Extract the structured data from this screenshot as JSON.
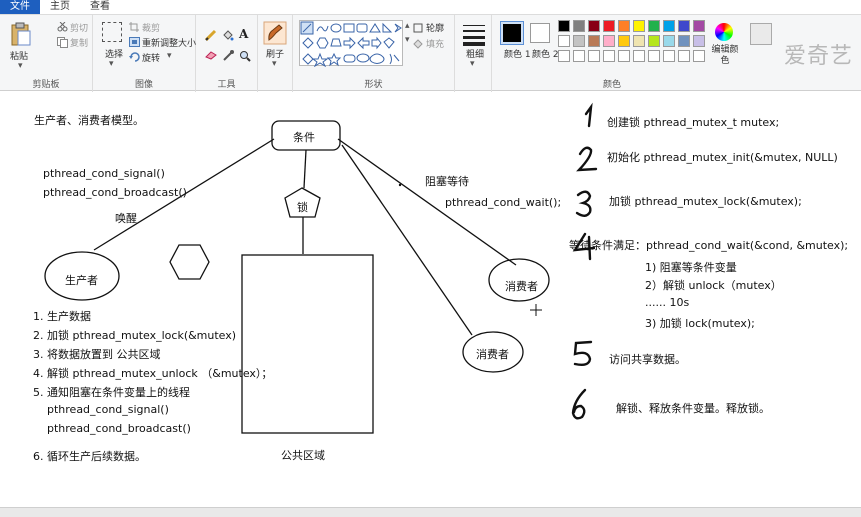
{
  "tabs": [
    "文件",
    "主页",
    "查看"
  ],
  "ribbon": {
    "clipboard": {
      "paste": "粘贴",
      "cut": "剪切",
      "copy": "复制",
      "label": "剪贴板"
    },
    "image": {
      "select": "选择",
      "crop": "裁剪",
      "resize": "重新调整大小",
      "rotate": "旋转",
      "label": "图像"
    },
    "tools": {
      "label": "工具"
    },
    "brushes": {
      "label": "刷子"
    },
    "shapes": {
      "outline": "轮廓",
      "fill": "填充",
      "label": "形状"
    },
    "size": {
      "label": "粗细"
    },
    "colors": {
      "color1": "颜色 1",
      "color2": "颜色 2",
      "edit": "编辑颜色",
      "label": "颜色",
      "palette_row1": [
        "#000000",
        "#7f7f7f",
        "#880015",
        "#ed1c24",
        "#ff7f27",
        "#fff200",
        "#22b14c",
        "#00a2e8",
        "#3f48cc",
        "#a349a4"
      ],
      "palette_row2": [
        "#ffffff",
        "#c3c3c3",
        "#b97a57",
        "#ffaec9",
        "#ffc90e",
        "#efe4b0",
        "#b5e61d",
        "#99d9ea",
        "#7092be",
        "#c8bfe7"
      ],
      "palette_row3": [
        "#ffffff",
        "#ffffff",
        "#ffffff",
        "#ffffff",
        "#ffffff",
        "#ffffff",
        "#ffffff",
        "#ffffff",
        "#ffffff",
        "#ffffff"
      ]
    },
    "watermark": "爱奇艺"
  },
  "drawing": {
    "title": "生产者、消费者模型。",
    "condition": "条件",
    "lock": "锁",
    "producer": "生产者",
    "consumer1": "消费者",
    "consumer2": "消费者",
    "public_area": "公共区域",
    "signal": "pthread_cond_signal()",
    "broadcast": "pthread_cond_broadcast()",
    "wake": "唤醒",
    "block_wait": "阻塞等待",
    "cond_wait": "pthread_cond_wait();",
    "left_steps": [
      "1.  生产数据",
      "2. 加锁 pthread_mutex_lock(&mutex)",
      "3. 将数据放置到 公共区域",
      "4. 解锁 pthread_mutex_unlock （&mutex）；",
      "5. 通知阻塞在条件变量上的线程",
      "pthread_cond_signal()",
      "pthread_cond_broadcast()",
      "6. 循环生产后续数据。"
    ],
    "right_nums": [
      "1.",
      "2.",
      "3.",
      "4.",
      "5.",
      "6."
    ],
    "right_steps": [
      "创建锁  pthread_mutex_t mutex;",
      "初始化 pthread_mutex_init(&mutex, NULL)",
      "加锁 pthread_mutex_lock(&mutex);",
      "等待条件满足：pthread_cond_wait(&cond, &mutex);",
      "访问共享数据。",
      "解锁、释放条件变量。释放锁。"
    ],
    "wait_substeps": [
      "1) 阻塞等条件变量",
      "2）解锁 unlock（mutex）",
      "...... 10s",
      "3) 加锁 lock(mutex);"
    ]
  }
}
